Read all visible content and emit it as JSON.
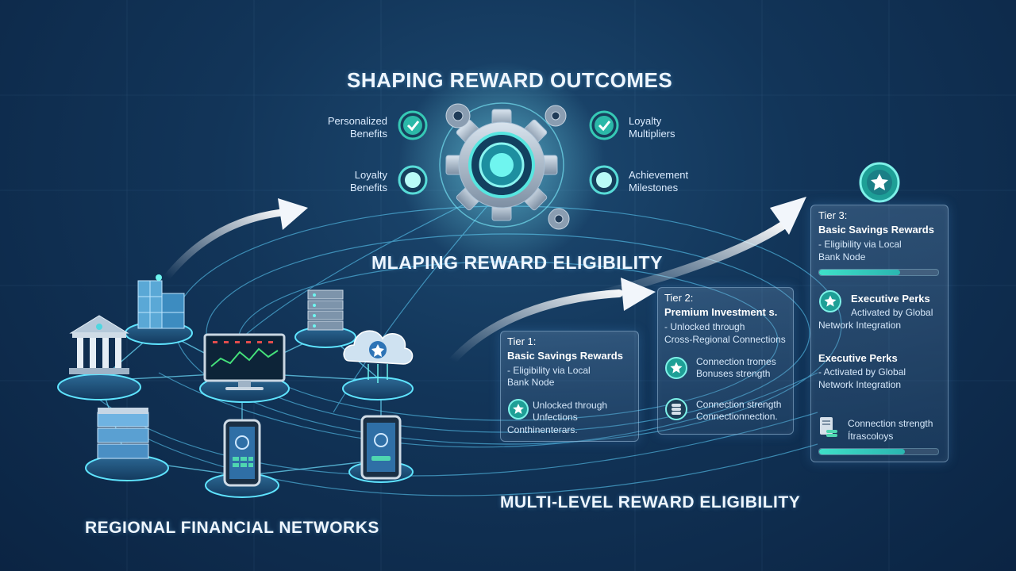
{
  "headings": {
    "top": "SHAPING REWARD OUTCOMES",
    "center": "MLAPING REWARD ELIGIBILITY",
    "multi_level": "MULTI-LEVEL REWARD ELIGIBILITY",
    "regional": "REGIONAL FINANCIAL NETWORKS"
  },
  "benefits": {
    "personalized": [
      "Personalized",
      "Benefits"
    ],
    "loyalty_benefits": [
      "Loyalty",
      "Benefits"
    ],
    "loyalty_multipliers": [
      "Loyalty",
      "Multipliers"
    ],
    "achievement": [
      "Achievement",
      "Milestones"
    ]
  },
  "tier1": {
    "label": "Tier 1:",
    "title": "Basic Savings Rewards",
    "desc": [
      "- Eligibility via Local",
      "Bank Node"
    ],
    "item": [
      "Unlocked through",
      "Unfections",
      "Conthinenterars."
    ]
  },
  "tier2": {
    "label": "Tier 2:",
    "title": "Premium Investment s.",
    "desc": [
      "- Unlocked through",
      "Cross-Regional Connections"
    ],
    "item1": [
      "Connection tromes",
      "Bonuses strength"
    ],
    "item2": [
      "Connection strength",
      "Connectionnection."
    ]
  },
  "tier3": {
    "label": "Tier 3:",
    "title": "Basic Savings Rewards",
    "desc": [
      "- Eligibility via Local",
      "Bank Node"
    ],
    "perk1_title": "Executive Perks",
    "perk1_desc": [
      "Activated by Global",
      "Network Integration"
    ],
    "perk2_title": "Executive Perks",
    "perk2_desc": [
      "- Activated by Global",
      "Network Integration"
    ],
    "item": [
      "Connection strength",
      "Ítrascoloys"
    ],
    "progress": [
      0.68,
      0.72
    ]
  },
  "colors": {
    "accent": "#3fe0c8",
    "glow": "#5fd4ff",
    "check": "#36c9b5"
  }
}
